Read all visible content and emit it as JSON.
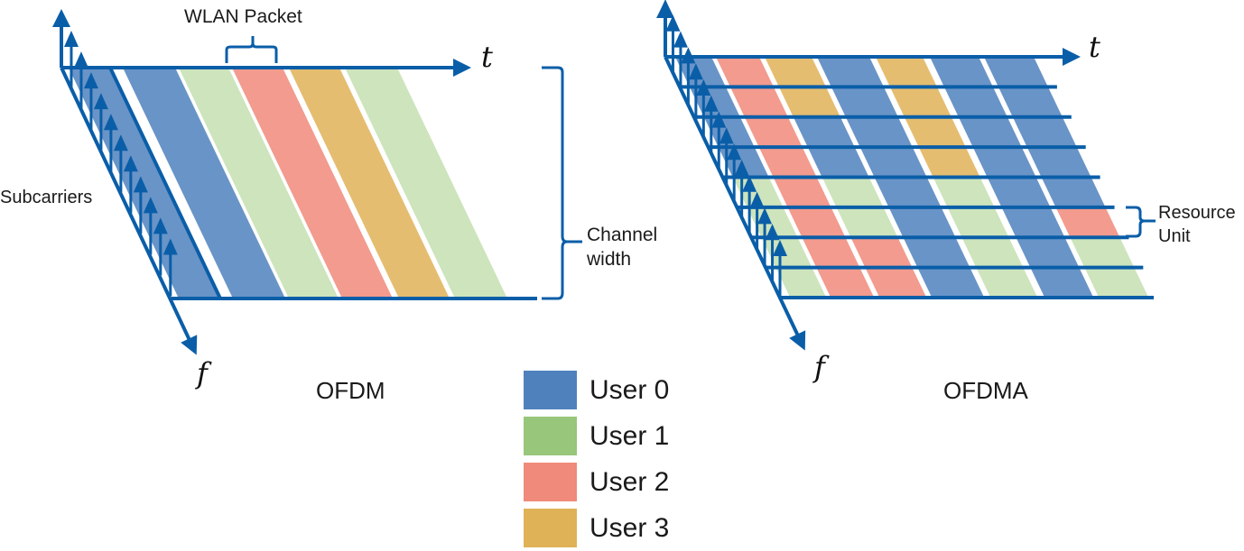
{
  "colors": {
    "axis": "#0a5ea8",
    "user0": "#4f81bd",
    "user1": "#9bc97a",
    "user2": "#f08a7a",
    "user3": "#dfb257"
  },
  "labels": {
    "wlan_packet": "WLAN Packet",
    "subcarriers": "Subcarriers",
    "channel_width_line1": "Channel",
    "channel_width_line2": "width",
    "resource_unit_line1": "Resource",
    "resource_unit_line2": "Unit",
    "t_axis": "t",
    "f_axis": "f",
    "ofdm_title": "OFDM",
    "ofdma_title": "OFDMA"
  },
  "legend": [
    {
      "label": "User 0",
      "user": 0
    },
    {
      "label": "User 1",
      "user": 1
    },
    {
      "label": "User 2",
      "user": 2
    },
    {
      "label": "User 3",
      "user": 3
    }
  ],
  "ofdm": {
    "packets_by_user": [
      0,
      0,
      1,
      2,
      3,
      1
    ]
  },
  "ofdma": {
    "rows": 8,
    "columns_by_user": [
      [
        0,
        0,
        0,
        0,
        1,
        1,
        1,
        1
      ],
      [
        2,
        2,
        2,
        2,
        2,
        2,
        2,
        2
      ],
      [
        3,
        3,
        0,
        0,
        1,
        1,
        2,
        2
      ],
      [
        0,
        0,
        0,
        0,
        0,
        0,
        0,
        0
      ],
      [
        3,
        3,
        3,
        3,
        1,
        1,
        1,
        1
      ],
      [
        0,
        0,
        0,
        0,
        0,
        0,
        0,
        0
      ],
      [
        0,
        0,
        0,
        0,
        0,
        2,
        1,
        1
      ]
    ]
  }
}
